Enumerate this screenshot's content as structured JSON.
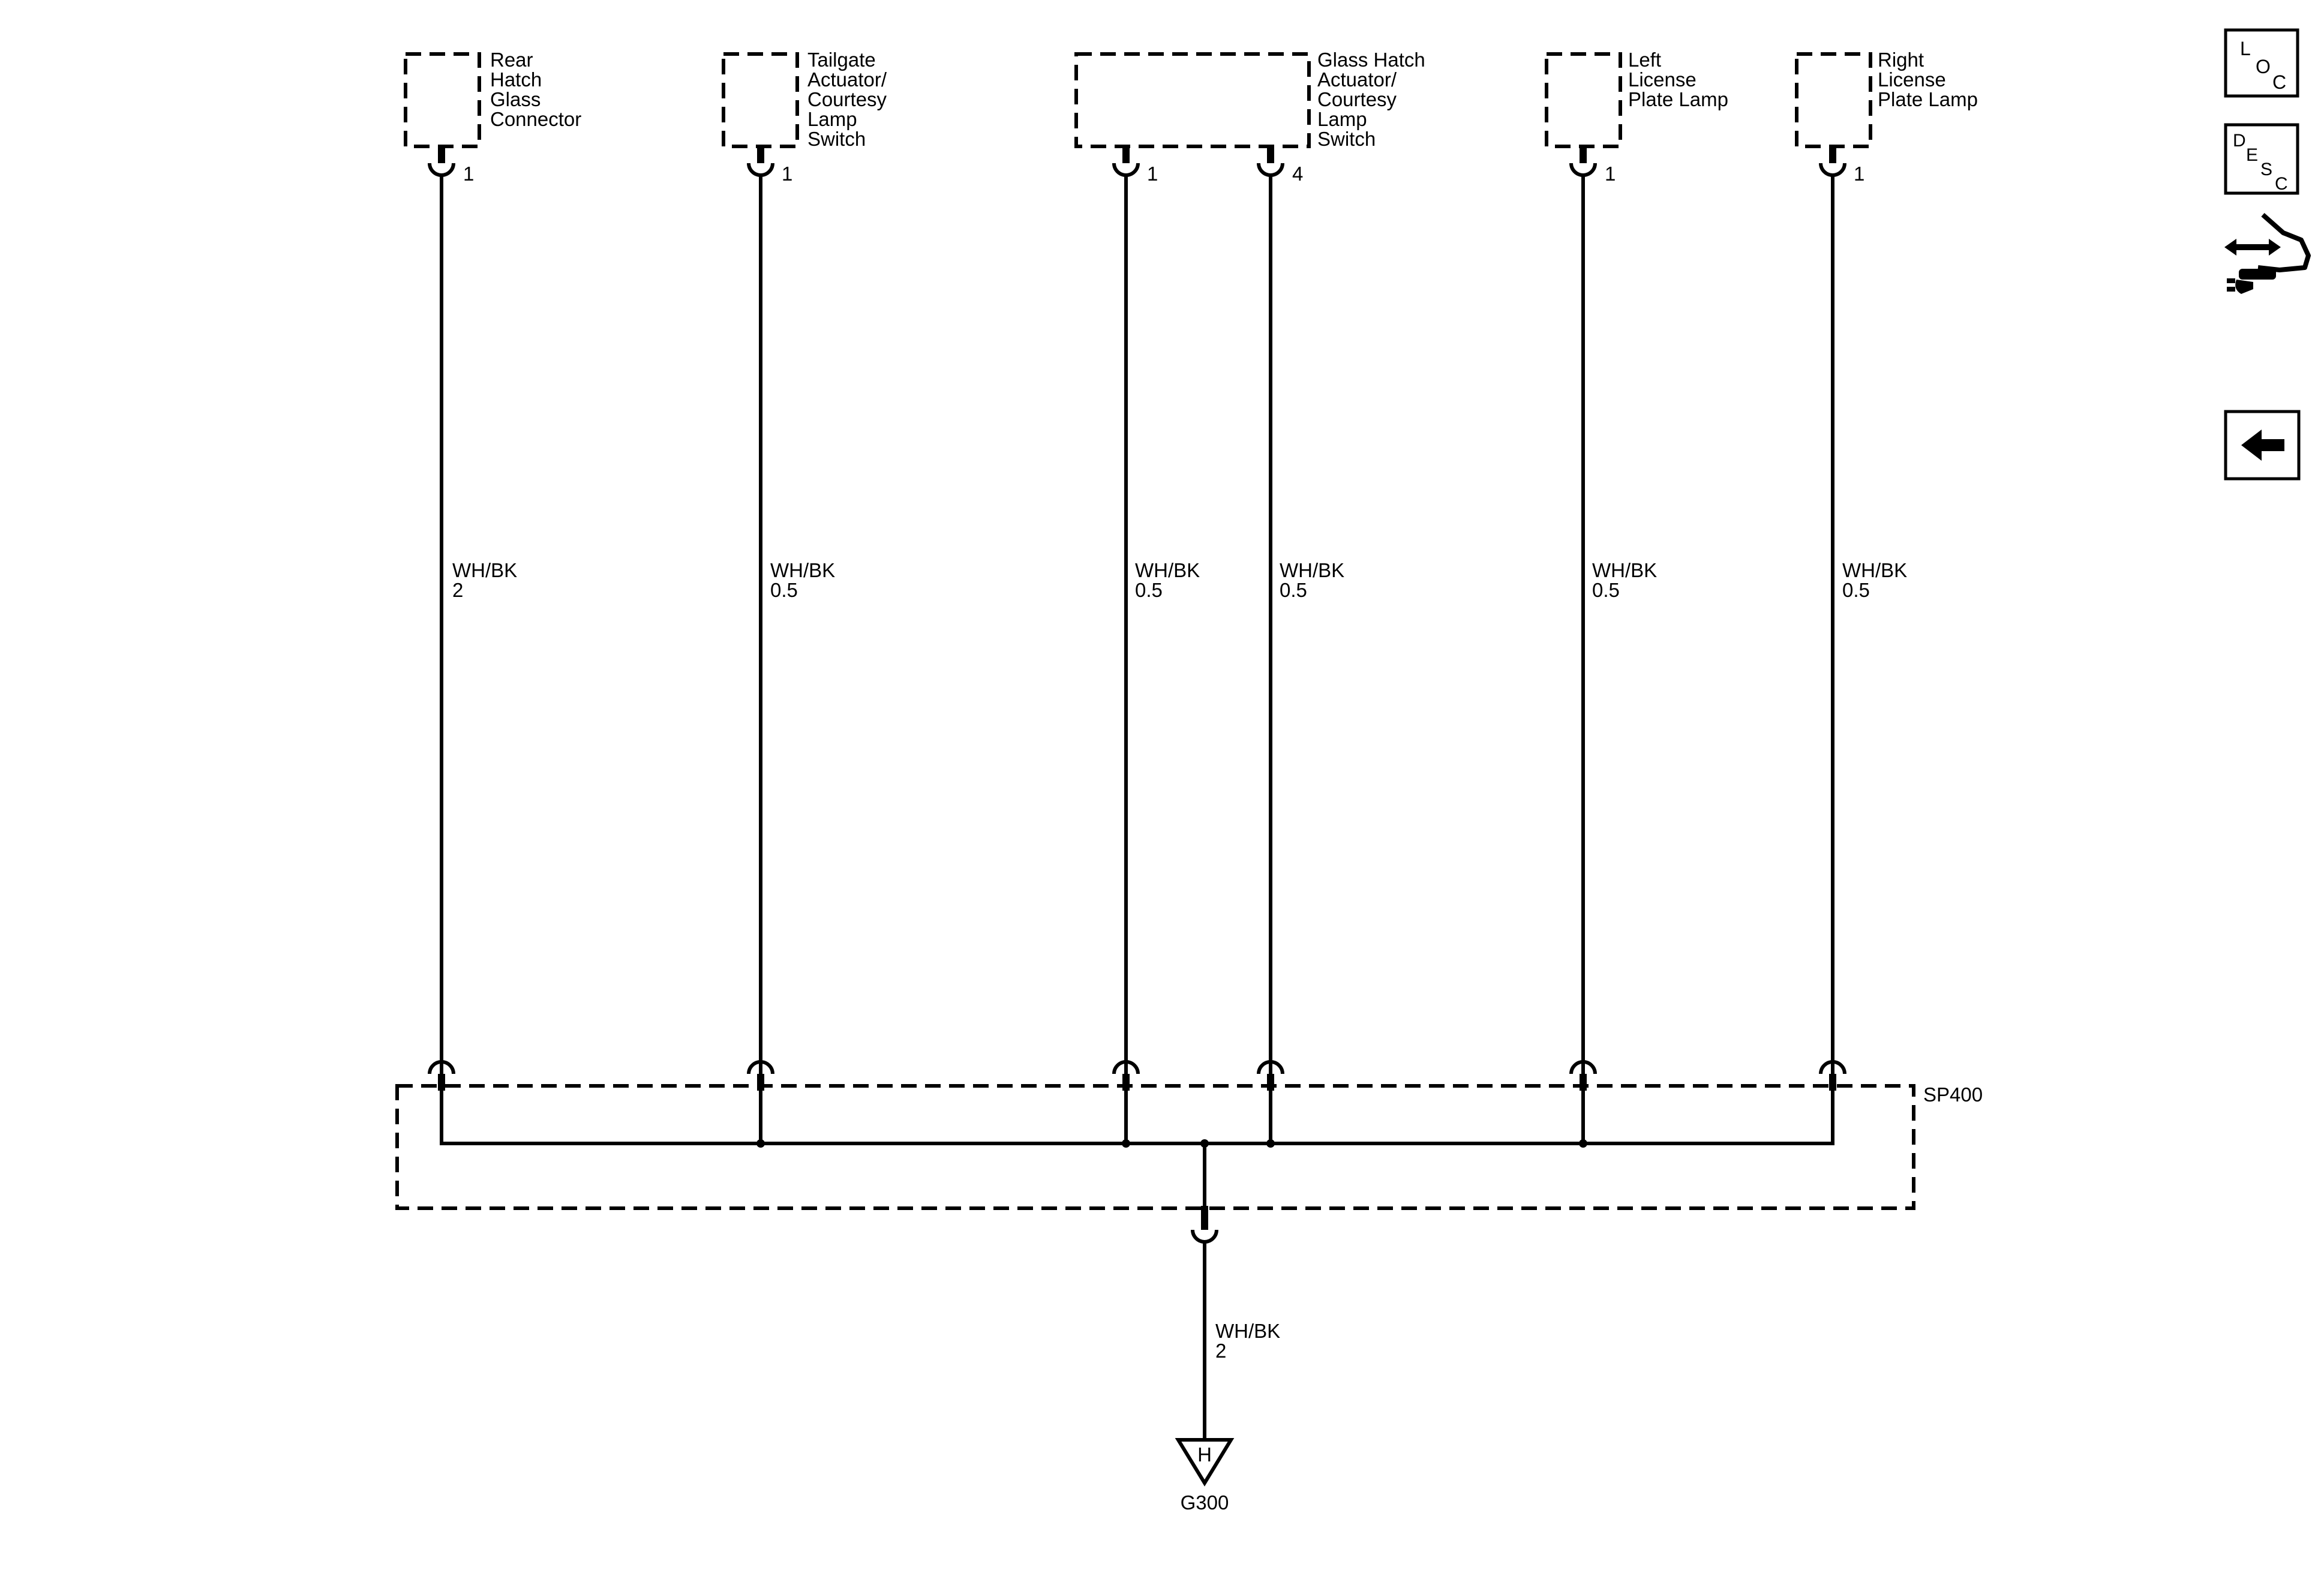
{
  "components": [
    {
      "label_lines": [
        "Rear",
        "Hatch",
        "Glass",
        "Connector"
      ],
      "pin": "1",
      "wire_color": "WH/BK",
      "wire_size": "2"
    },
    {
      "label_lines": [
        "Tailgate",
        "Actuator/",
        "Courtesy",
        "Lamp",
        "Switch"
      ],
      "pin": "1",
      "wire_color": "WH/BK",
      "wire_size": "0.5"
    },
    {
      "label_lines": [
        "Glass Hatch",
        "Actuator/",
        "Courtesy",
        "Lamp",
        "Switch"
      ],
      "pins": [
        "1",
        "4"
      ],
      "wire_color": "WH/BK",
      "wire_sizes": [
        "0.5",
        "0.5"
      ]
    },
    {
      "label_lines": [
        "Left",
        "License",
        "Plate Lamp"
      ],
      "pin": "1",
      "wire_color": "WH/BK",
      "wire_size": "0.5"
    },
    {
      "label_lines": [
        "Right",
        "License",
        "Plate Lamp"
      ],
      "pin": "1",
      "wire_color": "WH/BK",
      "wire_size": "0.5"
    }
  ],
  "splice": {
    "label": "SP400"
  },
  "ground_wire": {
    "color": "WH/BK",
    "size": "2"
  },
  "ground": {
    "label": "G300",
    "symbol_letter": "H"
  },
  "nav": {
    "loc": {
      "letters": [
        "L",
        "O",
        "C"
      ]
    },
    "desc": {
      "letters": [
        "D",
        "E",
        "S",
        "C"
      ]
    },
    "connector_icon": "connector-end-view-icon",
    "back_icon": "back-arrow-icon"
  }
}
